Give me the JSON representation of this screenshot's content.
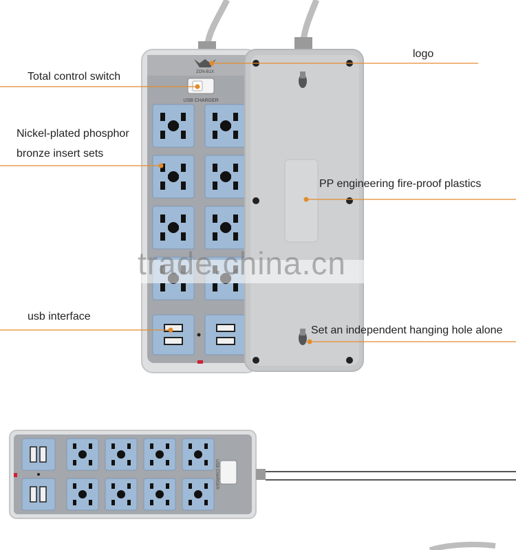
{
  "annotations": {
    "logo": "logo",
    "total_control_switch": "Total control switch",
    "insert_sets_line1": "Nickel-plated phosphor",
    "insert_sets_line2": "bronze insert sets",
    "fireproof_plastics": "PP engineering fire-proof plastics",
    "usb_interface": "usb interface",
    "hanging_hole": "Set an independent hanging hole alone"
  },
  "device": {
    "usb_charger_label": "USB CHARGER",
    "brand_text": "ZON-B1X"
  },
  "watermark": "trade.china.cn",
  "colors": {
    "socket_blue": "#9fbad6",
    "panel_grey": "#a4a7ab",
    "body_light": "#dedfe1",
    "leader_line": "#e38b2c"
  }
}
